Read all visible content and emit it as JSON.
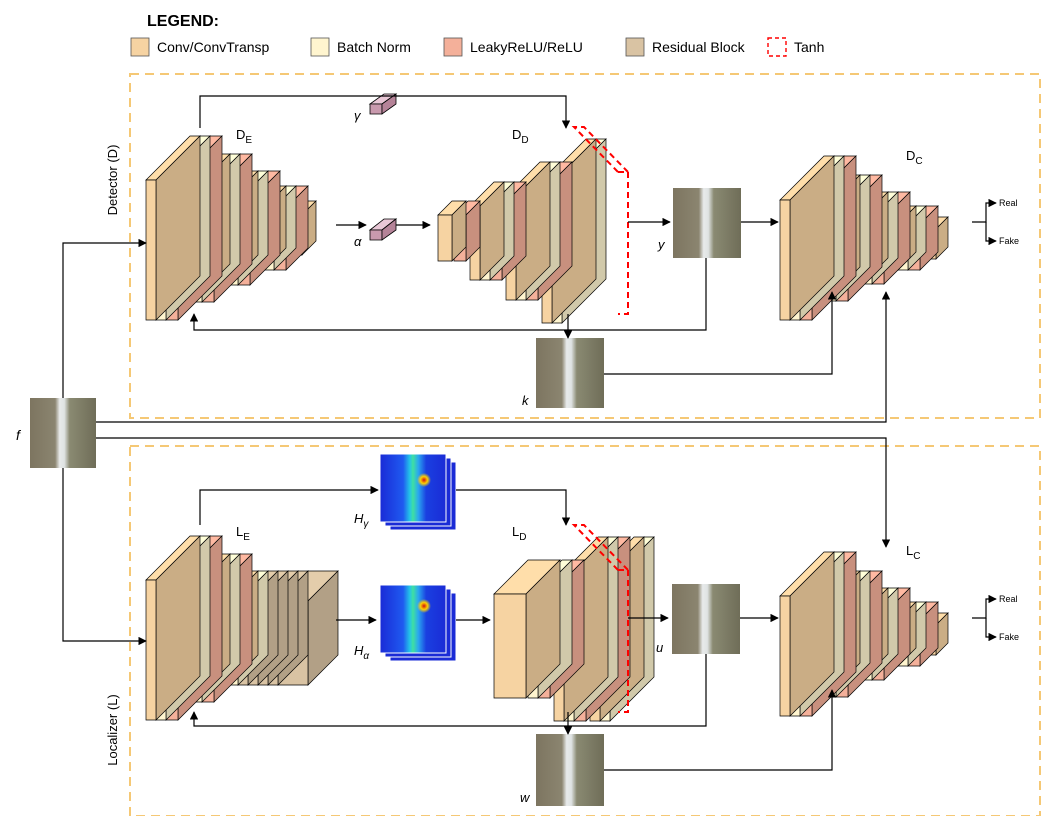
{
  "legend": {
    "title": "LEGEND:",
    "items": [
      {
        "label": "Conv/ConvTransp",
        "color": "#f6d3a2"
      },
      {
        "label": "Batch Norm",
        "color": "#fff5cf"
      },
      {
        "label": "LeakyReLU/ReLU",
        "color": "#f4b09a"
      },
      {
        "label": "Residual Block",
        "color": "#d9c3a3"
      },
      {
        "label": "Tanh",
        "color": "#ff0000",
        "style": "dashed"
      }
    ]
  },
  "detector": {
    "title": "Detector (D)",
    "encoder": {
      "label": "D",
      "sub": "E"
    },
    "decoder": {
      "label": "D",
      "sub": "D"
    },
    "critic": {
      "label": "D",
      "sub": "C"
    },
    "latent_top": "γ",
    "latent_bottom": "α",
    "output_label": "y",
    "mask_label": "k",
    "real_label": "Real",
    "fake_label": "Fake"
  },
  "localizer": {
    "title": "Localizer (L)",
    "encoder": {
      "label": "L",
      "sub": "E"
    },
    "decoder": {
      "label": "L",
      "sub": "D"
    },
    "critic": {
      "label": "L",
      "sub": "C"
    },
    "heatmap_top": {
      "label": "H",
      "sub": "γ"
    },
    "heatmap_bottom": {
      "label": "H",
      "sub": "α"
    },
    "output_label": "u",
    "mask_label": "w",
    "real_label": "Real",
    "fake_label": "Fake"
  },
  "input_label": "f",
  "colors": {
    "conv": "#f6d3a2",
    "bn": "#fff5cf",
    "relu": "#f4b09a",
    "res": "#d9c3a3",
    "tanh": "#ff0000",
    "box_border": "#f5c875"
  }
}
